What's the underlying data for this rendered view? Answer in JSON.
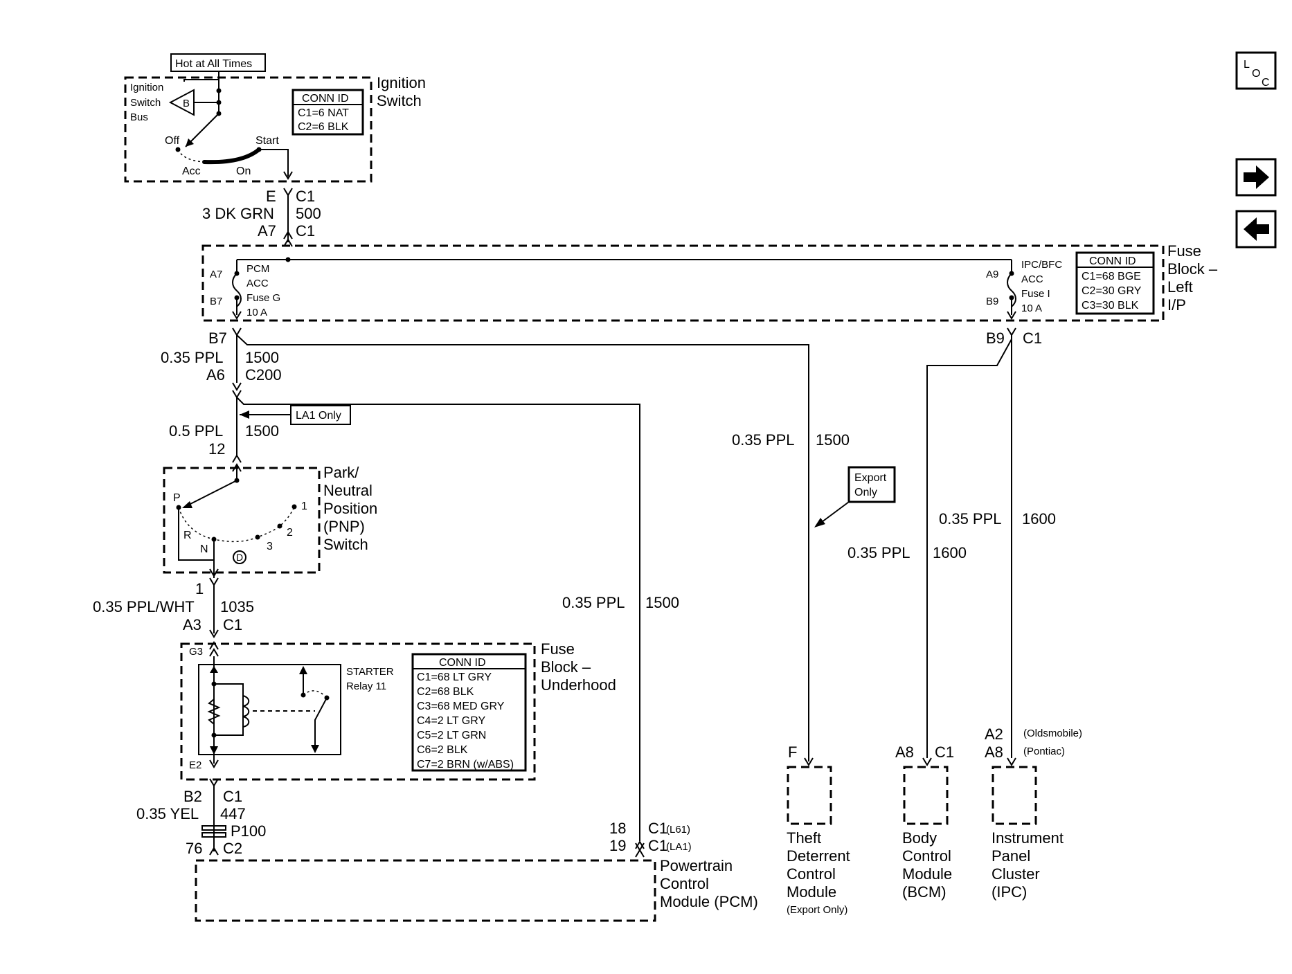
{
  "nav": {
    "loc": {
      "l": "L",
      "o": "O",
      "c": "C"
    }
  },
  "ignition": {
    "hot_label": "Hot at All Times",
    "bus_l1": "Ignition",
    "bus_l2": "Switch",
    "bus_l3": "Bus",
    "bus_letter": "B",
    "off": "Off",
    "start": "Start",
    "acc": "Acc",
    "on": "On",
    "title_l1": "Ignition",
    "title_l2": "Switch",
    "conn": [
      "CONN ID",
      "C1=6 NAT",
      "C2=6 BLK"
    ],
    "pin_e": "E",
    "c1_top": "C1",
    "wire_color": "3 DK GRN",
    "circuit": "500",
    "pin_a7": "A7",
    "c1_bot": "C1"
  },
  "fuse_left": {
    "title": [
      "Fuse",
      "Block –",
      "Left",
      "I/P"
    ],
    "conn": [
      "CONN ID",
      "C1=68 BGE",
      "C2=30 GRY",
      "C3=30 BLK"
    ],
    "pcm_a7": "A7",
    "pcm_b7": "B7",
    "pcm_fuse": [
      "PCM",
      "ACC",
      "Fuse G",
      "10 A"
    ],
    "ipc_a9": "A9",
    "ipc_b9": "B9",
    "ipc_fuse": [
      "IPC/BFC",
      "ACC",
      "Fuse I",
      "10 A"
    ],
    "out_b7": "B7",
    "out_b9": "B9",
    "out_c1": "C1"
  },
  "wires": {
    "w1_color": "0.35 PPL",
    "w1_circuit": "1500",
    "c200_pin": "A6",
    "c200": "C200",
    "la1_only": "LA1 Only",
    "w2_color": "0.5 PPL",
    "w2_circuit": "1500",
    "pnp_pin": "12",
    "theft_color": "0.35 PPL",
    "theft_circuit": "1500",
    "export_l1": "Export",
    "export_l2": "Only",
    "bcm_color": "0.35 PPL",
    "bcm_circuit": "1600",
    "ipc_color": "0.35 PPL",
    "ipc_circuit": "1600",
    "pcm_color": "0.35 PPL",
    "pcm_circuit": "1500",
    "pnp_out_pin": "1",
    "w3_color": "0.35 PPL/WHT",
    "w3_circuit": "1035",
    "a3": "A3",
    "c1_a3": "C1",
    "b2": "B2",
    "c1_b2": "C1",
    "yel": "0.35 YEL",
    "circuit_447": "447",
    "p100": "P100",
    "pin76": "76",
    "c2": "C2",
    "pin18": "18",
    "c1_18": "C1",
    "l61": "(L61)",
    "pin19": "19",
    "c1_19": "C1",
    "la1": "(LA1)"
  },
  "pnp": {
    "title": [
      "Park/",
      "Neutral",
      "Position",
      "(PNP)",
      "Switch"
    ],
    "p": "P",
    "r": "R",
    "n": "N",
    "d": "D",
    "p3": "3",
    "p2": "2",
    "p1": "1"
  },
  "fuse_under": {
    "title": [
      "Fuse",
      "Block –",
      "Underhood"
    ],
    "g3": "G3",
    "e2": "E2",
    "relay_l1": "STARTER",
    "relay_l2": "Relay 11",
    "conn": [
      "CONN ID",
      "C1=68 LT GRY",
      "C2=68 BLK",
      "C3=68 MED GRY",
      "C4=2 LT GRY",
      "C5=2 LT GRN",
      "C6=2 BLK",
      "C7=2 BRN (w/ABS)"
    ]
  },
  "modules": {
    "pcm": [
      "Powertrain",
      "Control",
      "Module (PCM)"
    ],
    "theft_pin": "F",
    "theft": [
      "Theft",
      "Deterrent",
      "Control",
      "Module"
    ],
    "theft_note": "(Export Only)",
    "bcm_pin": "A8",
    "bcm_conn": "C1",
    "bcm": [
      "Body",
      "Control",
      "Module",
      "(BCM)"
    ],
    "ipc_a2": "A2",
    "ipc_a2_note": "(Oldsmobile)",
    "ipc_a8": "A8",
    "ipc_a8_note": "(Pontiac)",
    "ipc": [
      "Instrument",
      "Panel",
      "Cluster",
      "(IPC)"
    ]
  }
}
